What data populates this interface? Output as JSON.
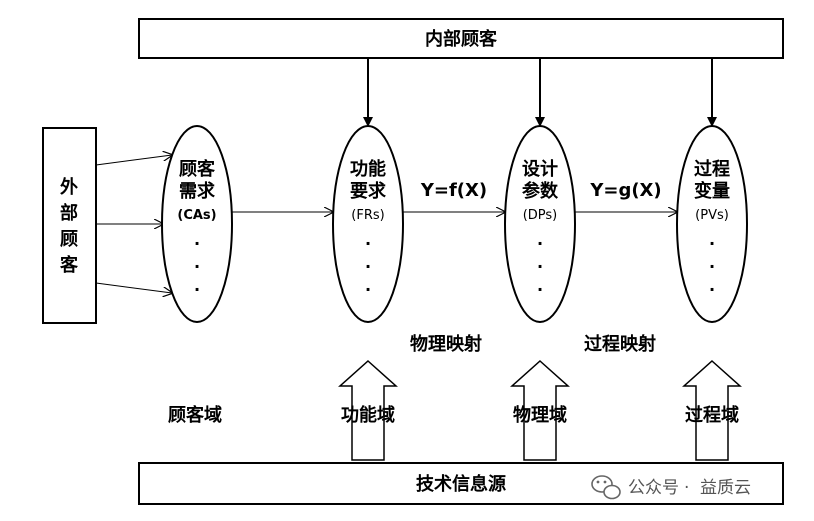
{
  "top_box": "内部顾客",
  "bottom_box": "技术信息源",
  "left_box": [
    "外",
    "部",
    "顾",
    "客"
  ],
  "columns": [
    {
      "title": [
        "顾客",
        "需求"
      ],
      "abbr": "(CAs)"
    },
    {
      "title": [
        "功能",
        "要求"
      ],
      "abbr": "(FRs)"
    },
    {
      "title": [
        "设计",
        "参数"
      ],
      "abbr": "(DPs)"
    },
    {
      "title": [
        "过程",
        "变量"
      ],
      "abbr": "(PVs)"
    }
  ],
  "ellipsis_dot": ".",
  "formulas": [
    "Y=f(X)",
    "Y=g(X)"
  ],
  "mappings": [
    "物理映射",
    "过程映射"
  ],
  "domains": [
    "顾客域",
    "功能域",
    "物理域",
    "过程域"
  ],
  "watermark": {
    "prefix": "公众号",
    "separator": "·",
    "name": "益质云"
  }
}
